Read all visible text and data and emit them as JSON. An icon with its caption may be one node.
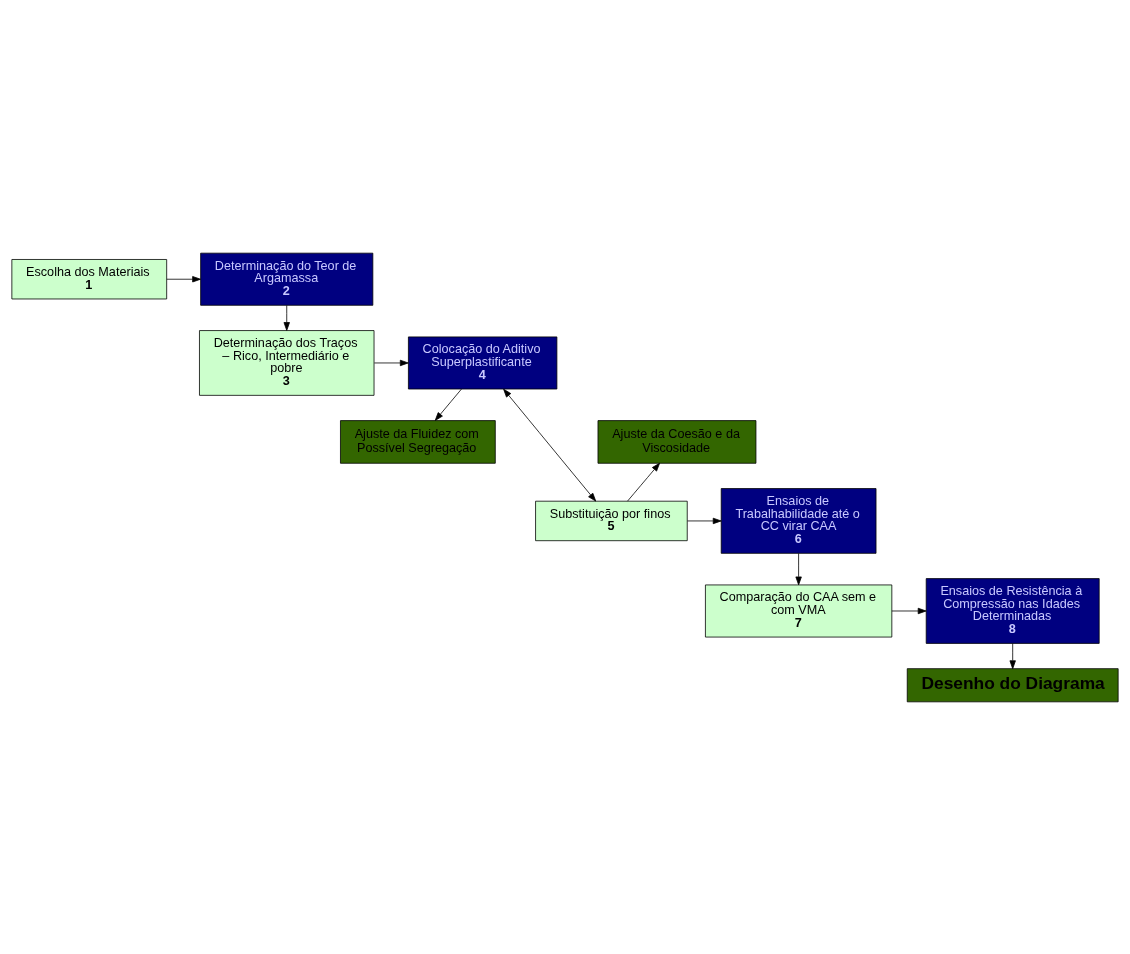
{
  "diagram": {
    "nodes": [
      {
        "text": [
          "Escolha dos Materiais",
          "1"
        ]
      },
      {
        "text": [
          "Determinação do Teor de Argamassa",
          "2"
        ]
      },
      {
        "text": [
          "Determinação dos Traços – Rico, Intermediário e pobre",
          "3"
        ]
      },
      {
        "text": [
          "Colocação do Aditivo Superplastificante",
          "4"
        ]
      },
      {
        "text": [
          "Ajuste da Coesão e da Viscosidade"
        ]
      },
      {
        "text": [
          "Ajuste da Fluidez com Possível Segregação"
        ]
      },
      {
        "text": [
          "Substituição por finos",
          "5"
        ]
      },
      {
        "text": [
          "Ensaios de Trabalhabilidade até o CC virar CAA",
          "6"
        ]
      },
      {
        "text": [
          "Comparação do CAA sem e com VMA",
          "7"
        ]
      },
      {
        "text": [
          "Ensaios de Resistência à Compressão nas Idades Determinadas",
          "8"
        ]
      },
      {
        "text": [
          "Desenho do Diagrama"
        ]
      }
    ],
    "edges": [
      {
        "from": 0,
        "to": 1,
        "arrow": "to"
      },
      {
        "from": 1,
        "to": 2,
        "arrow": "to"
      },
      {
        "from": 2,
        "to": 3,
        "arrow": "to"
      },
      {
        "from": 3,
        "to": 5,
        "arrow": "to"
      },
      {
        "from": 3,
        "to": 6,
        "arrow": "both"
      },
      {
        "from": 6,
        "to": 4,
        "arrow": "to"
      },
      {
        "from": 6,
        "to": 7,
        "arrow": "to"
      },
      {
        "from": 7,
        "to": 8,
        "arrow": "to"
      },
      {
        "from": 8,
        "to": 9,
        "arrow": "to"
      },
      {
        "from": 9,
        "to": 10,
        "arrow": "to"
      }
    ]
  }
}
